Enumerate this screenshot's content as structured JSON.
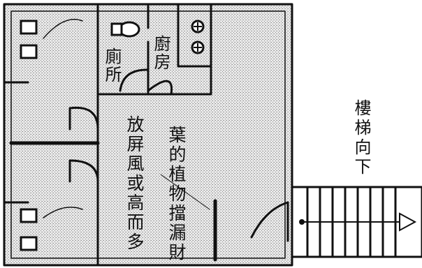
{
  "plan": {
    "rooms": {
      "toilet": "廁所",
      "kitchen": "廚房"
    },
    "note_line_1": "放屏風或高而多",
    "note_line_2": "葉的植物擋漏財",
    "stairs_label": "樓梯向下"
  },
  "colors": {
    "ink": "#111111",
    "paper": "#ffffff",
    "stipple": "#8a8a8a"
  }
}
